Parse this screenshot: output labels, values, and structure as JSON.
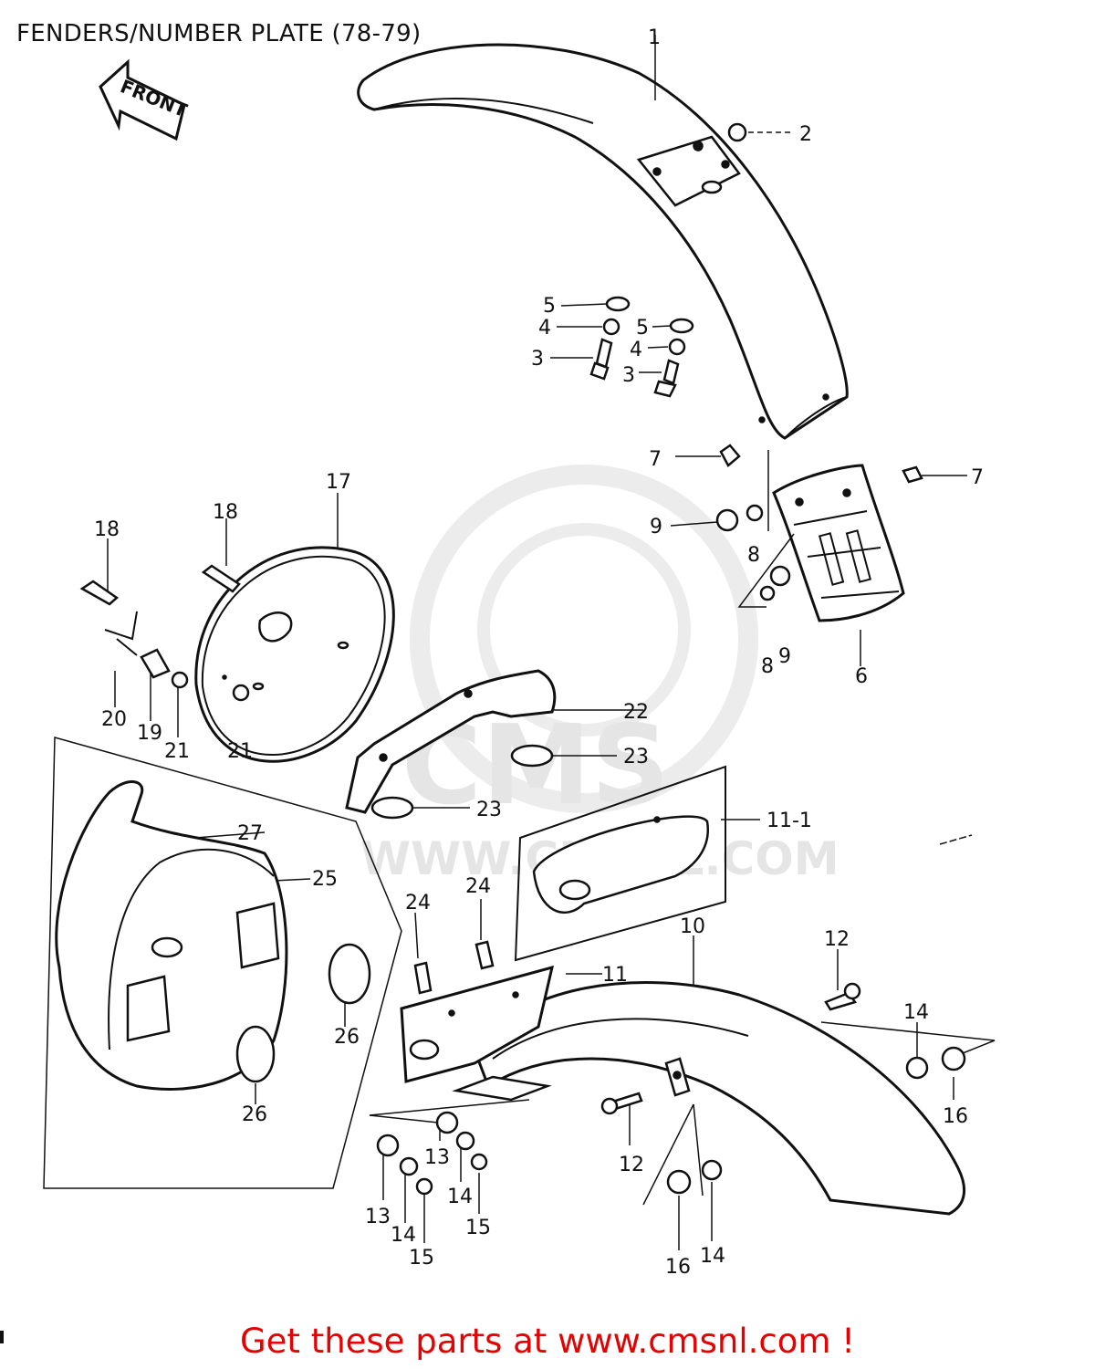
{
  "title": "FENDERS/NUMBER PLATE (78-79)",
  "front_arrow_label": "FRONT",
  "footer": {
    "text": "Get these parts at www.cmsnl.com !",
    "color": "#e60000"
  },
  "watermark": {
    "brand": "CMS",
    "url": "WWW.CMSNL.COM"
  },
  "callouts": {
    "c1": "1",
    "c2": "2",
    "c3a": "3",
    "c3b": "3",
    "c4a": "4",
    "c4b": "4",
    "c5a": "5",
    "c5b": "5",
    "c6": "6",
    "c7a": "7",
    "c7b": "7",
    "c8a": "8",
    "c8b": "8",
    "c9a": "9",
    "c9b": "9",
    "c10": "10",
    "c11": "11",
    "c11_1": "11-1",
    "c12a": "12",
    "c12b": "12",
    "c13a": "13",
    "c13b": "13",
    "c14a": "14",
    "c14b": "14",
    "c14c": "14",
    "c14d": "14",
    "c15a": "15",
    "c15b": "15",
    "c16a": "16",
    "c16b": "16",
    "c17": "17",
    "c18a": "18",
    "c18b": "18",
    "c19": "19",
    "c20": "20",
    "c21a": "21",
    "c21b": "21",
    "c22": "22",
    "c23a": "23",
    "c23b": "23",
    "c24a": "24",
    "c24b": "24",
    "c25": "25",
    "c26a": "26",
    "c26b": "26",
    "c27": "27"
  }
}
